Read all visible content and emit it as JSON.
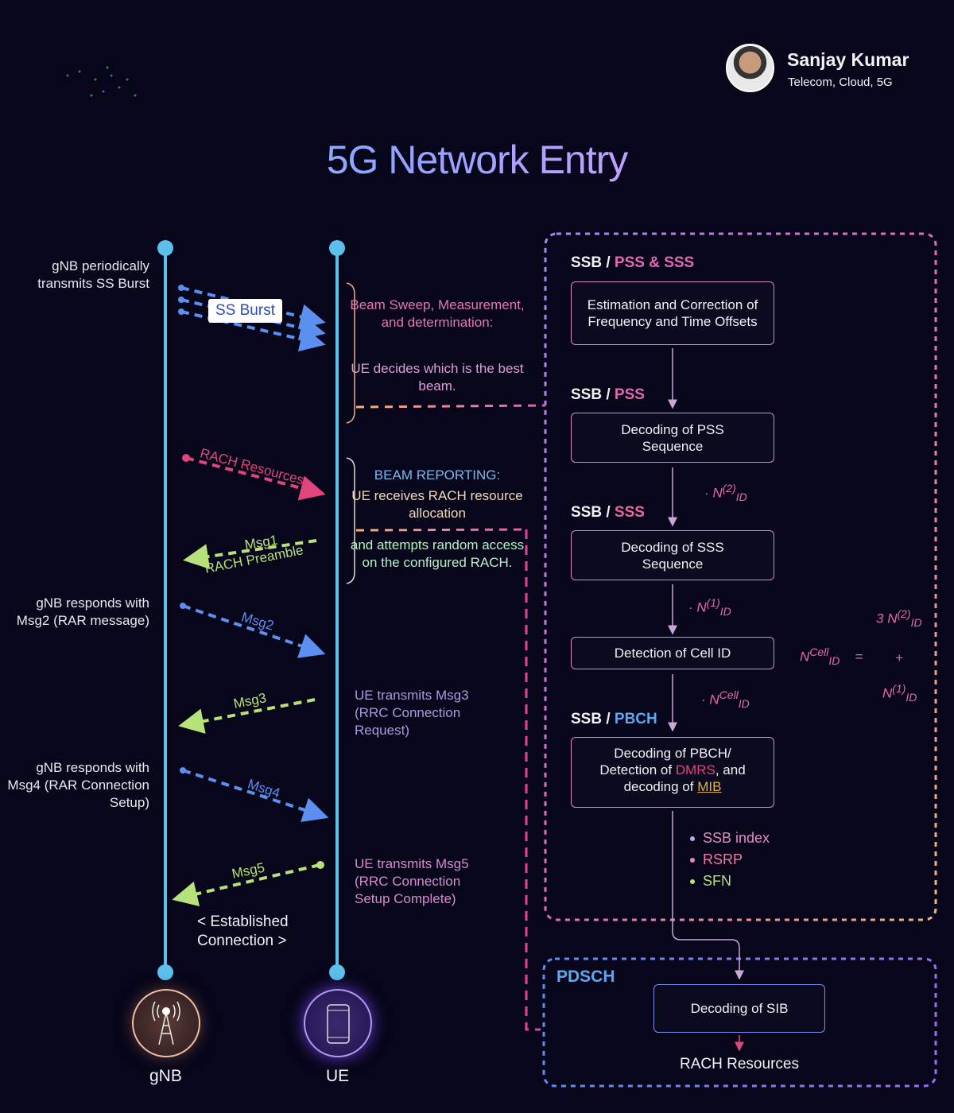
{
  "title": "5G Network Entry",
  "author": {
    "name": "Sanjay Kumar",
    "subtitle": "Telecom, Cloud, 5G"
  },
  "left_notes": [
    "gNB periodically transmits SS Burst",
    "gNB responds with Msg2 (RAR message)",
    "gNB responds with Msg4 (RAR Connection Setup)"
  ],
  "arrows": {
    "ss_burst": "SS Burst",
    "rach_resources": "RACH Resources",
    "msg1": "Msg1",
    "rach_preamble": "RACH Preamble",
    "msg2": "Msg2",
    "msg3": "Msg3",
    "msg4": "Msg4",
    "msg5": "Msg5"
  },
  "middle": {
    "beam_sweep_title": "Beam Sweep, Measurement, and determination:",
    "beam_sweep_body": "UE decides which is the best beam.",
    "beam_reporting_title": "BEAM REPORTING:",
    "beam_reporting_body": "UE receives RACH resource allocation",
    "attempts": "and attempts random access on the configured RACH.",
    "msg3_note": "UE transmits Msg3 (RRC Connection Request)",
    "msg5_note": "UE transmits Msg5 (RRC Connection Setup Complete)",
    "established": "< Established Connection >"
  },
  "nodes": {
    "gnb": "gNB",
    "ue": "UE"
  },
  "ssb": {
    "h1_prefix": "SSB / ",
    "h1_suffix": "PSS & SSS",
    "box1": "Estimation and Correction of Frequency and Time Offsets",
    "h2_prefix": "SSB / ",
    "h2_suffix": "PSS",
    "box2": "Decoding of PSS Sequence",
    "h3_prefix": "SSB / ",
    "h3_suffix": "SSS",
    "box3": "Decoding of SSS Sequence",
    "box4": "Detection of Cell ID",
    "h4_prefix": "SSB / ",
    "h4_suffix": "PBCH",
    "box5_a": "Decoding of PBCH/ Detection of ",
    "box5_dmrs": "DMRS",
    "box5_b": ", and decoding of ",
    "box5_mib": "MIB",
    "bullets": [
      "SSB index",
      "RSRP",
      "SFN"
    ]
  },
  "math": {
    "n": "N",
    "id": "ID",
    "two": "(2)",
    "one": "(1)",
    "cell": "Cell",
    "eq": "=",
    "plus": "+",
    "three": "3"
  },
  "pdsch": {
    "label": "PDSCH",
    "box": "Decoding of SIB",
    "rach": "RACH Resources"
  },
  "colors": {
    "background": "#07061a",
    "lifeline": "#5bc0eb",
    "blue": "#5b8ff0",
    "pink": "#e0457b",
    "green": "#b7e27a",
    "orange": "#f2b27a"
  }
}
